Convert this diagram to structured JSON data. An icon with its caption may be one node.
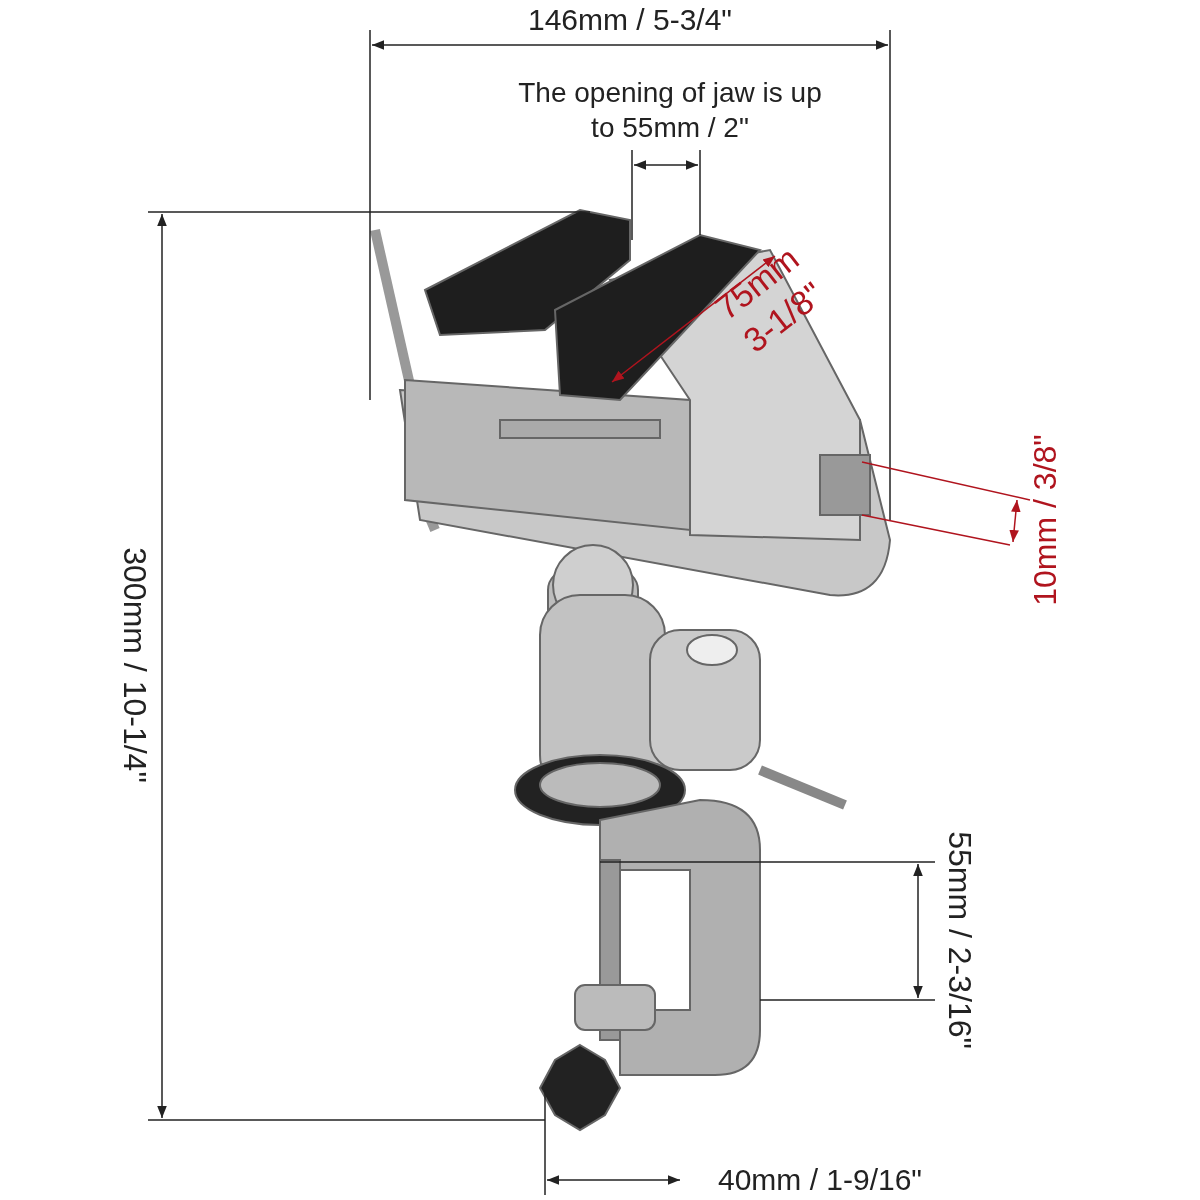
{
  "diagram": {
    "labels": [
      "146mm / 5-3/4\"",
      "The opening of jaw is up to 55mm / 2\"",
      "75mm 3-1/8\"",
      "10mm / 3/8\"",
      "300mm / 10-1/4\"",
      "55mm / 2-3/16\"",
      "40mm / 1-9/16\""
    ]
  }
}
